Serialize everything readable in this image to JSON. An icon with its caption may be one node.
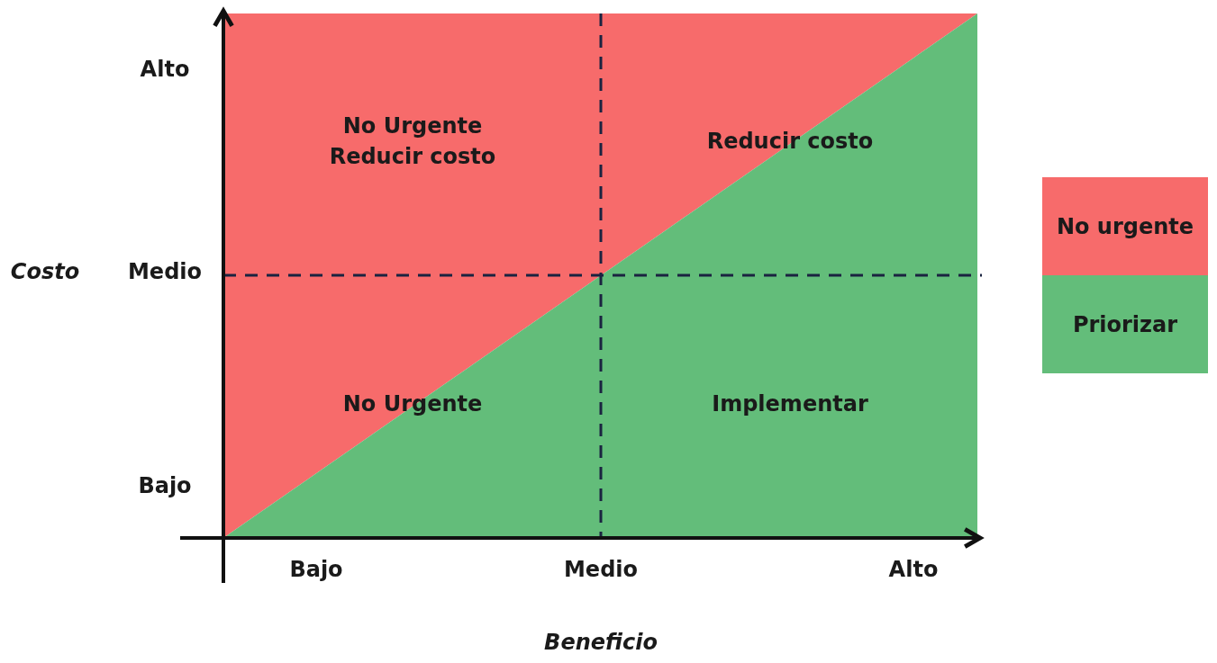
{
  "diagram": {
    "labels": [
      "Alto",
      "No Urgente Reducir costo",
      "Reducir costo",
      "Costo",
      "Medio",
      "No Urgente",
      "Implementar",
      "Bajo",
      "Bajo",
      "Medio",
      "Alto",
      "Beneficio"
    ],
    "legend": [
      {
        "text": "No urgente",
        "color": "#f76b6b"
      },
      {
        "text": "Priorizar",
        "color": "#63bd7a"
      }
    ]
  }
}
